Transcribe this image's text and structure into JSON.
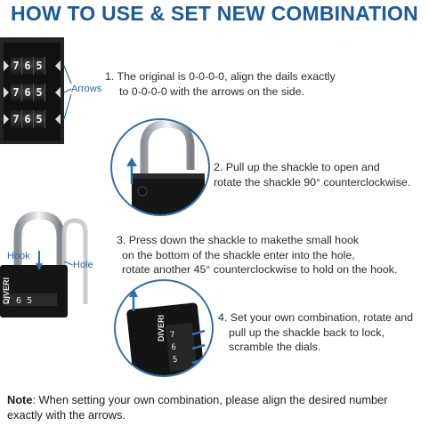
{
  "title": "HOW TO USE & SET NEW COMBINATION",
  "steps": [
    {
      "lines": [
        "1.  The original is 0-0-0-0, align the dails exactly",
        "    to 0-0-0-0 with the arrows on the side."
      ]
    },
    {
      "lines": [
        "2. Pull up the shackle to open and",
        "rotate the shackle 90° counterclockwise."
      ]
    },
    {
      "lines": [
        "3. Press down the shackle to makethe small hook",
        "    on the bottom of the shackle enter into the hole,",
        "    rotate another 45° counterclockwise to hold on the hook."
      ]
    },
    {
      "lines": [
        "4. Set your own combination, rotate and",
        "pull up the shackle back to lock,",
        "scramble the dials."
      ]
    }
  ],
  "labels": {
    "arrows": "Arrows",
    "hook": "Hook",
    "hole": "Hole",
    "brand": "DIVERI",
    "dial_digits": [
      "7",
      "6",
      "5"
    ]
  },
  "note": {
    "label": "Note",
    "text": ":  When setting your own combination, please align the desired number exactly with the arrows."
  },
  "colors": {
    "accent": "#1a5aa0",
    "ring": "#2f6fb2",
    "lock_body": "#1c1c1c",
    "chrome": "#b9bec4"
  }
}
